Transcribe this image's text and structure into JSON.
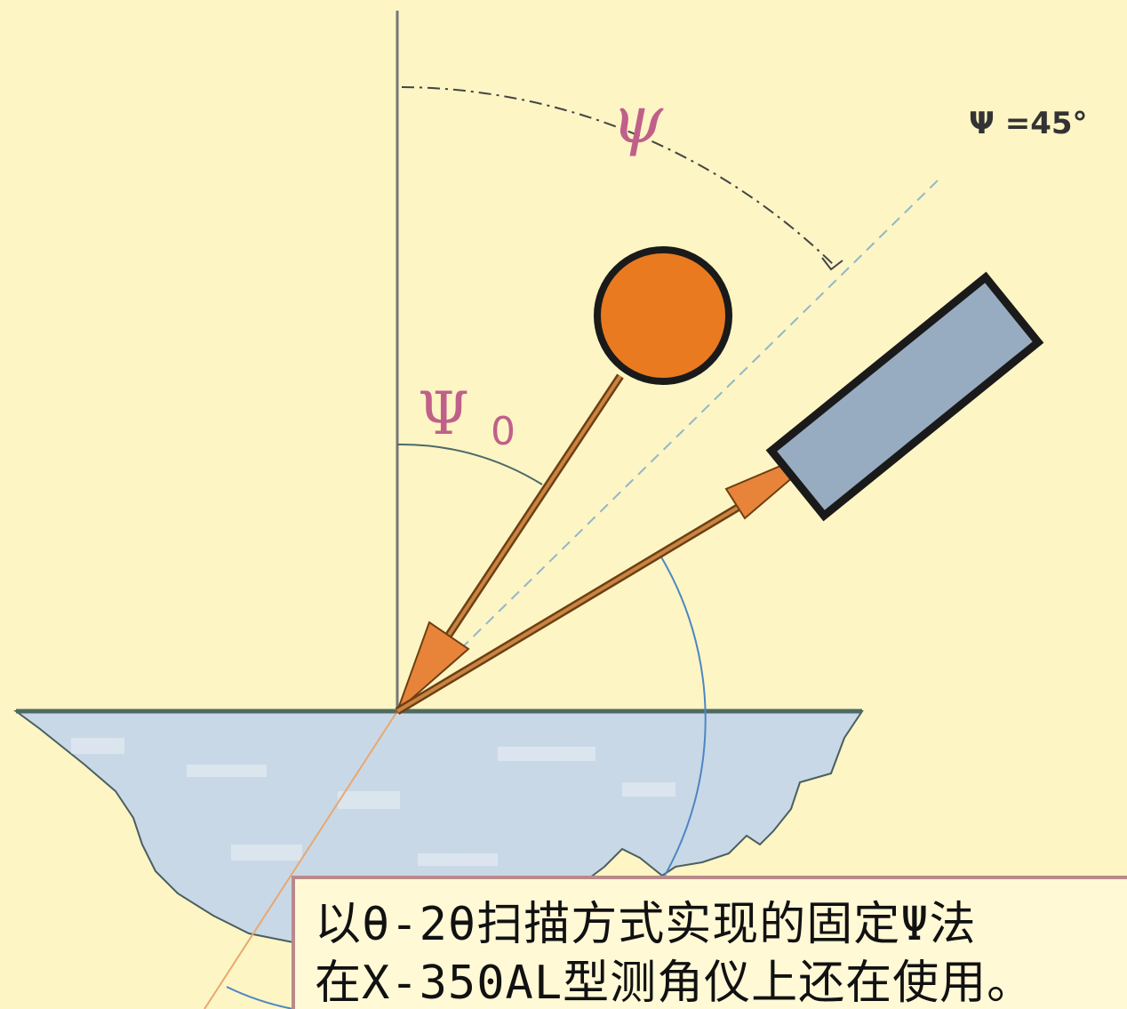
{
  "labels": {
    "psi": "ψ",
    "psi_45": "Ψ =45°",
    "psi0_symbol": "Ψ",
    "psi0_subscript": "0"
  },
  "caption": {
    "line1": "以θ-2θ扫描方式实现的固定Ψ法",
    "line2": "在X-350AL型测角仪上还在使用。"
  },
  "colors": {
    "background": "#fdf5c4",
    "source_tube": "#e97a20",
    "detector": "#97acc0",
    "beam": "#b56a1f",
    "arrow_head": "#e8843a",
    "sample": "#c9d8e6",
    "arc_blue": "#4c86c4",
    "psi_label": "#c0608a",
    "dash_line": "#8fb8c8"
  }
}
